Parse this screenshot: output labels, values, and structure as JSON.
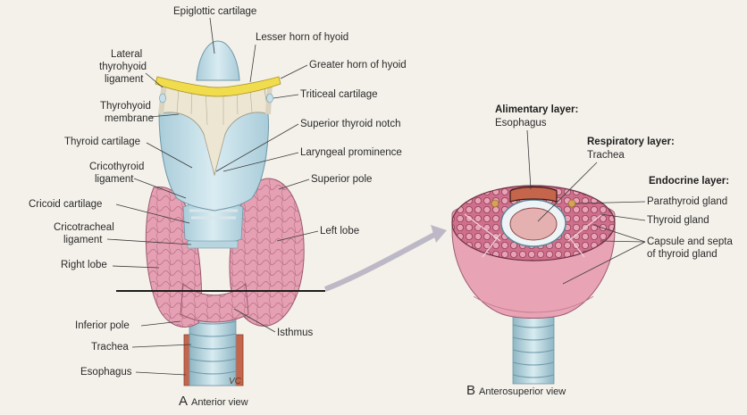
{
  "panel_a": {
    "caption_letter": "A",
    "caption_text": "Anterior view",
    "labels": {
      "epiglottic_cartilage": "Epiglottic cartilage",
      "lesser_horn": "Lesser horn of hyoid",
      "lateral_line1": "Lateral",
      "lateral_line2": "thyrohyoid",
      "lateral_line3": "ligament",
      "greater_horn": "Greater horn of hyoid",
      "thyrohyoid_line1": "Thyrohyoid",
      "thyrohyoid_line2": "membrane",
      "triticeal": "Triticeal cartilage",
      "superior_notch": "Superior thyroid notch",
      "thyroid_cartilage": "Thyroid cartilage",
      "laryngeal_prominence": "Laryngeal prominence",
      "cricothyroid_line1": "Cricothyroid",
      "cricothyroid_line2": "ligament",
      "superior_pole": "Superior pole",
      "cricoid_cartilage": "Cricoid cartilage",
      "cricotracheal_line1": "Cricotracheal",
      "cricotracheal_line2": "ligament",
      "left_lobe": "Left lobe",
      "right_lobe": "Right lobe",
      "inferior_pole": "Inferior pole",
      "isthmus": "Isthmus",
      "trachea": "Trachea",
      "esophagus": "Esophagus",
      "signature": "VC"
    }
  },
  "panel_b": {
    "caption_letter": "B",
    "caption_text": "Anterosuperior view",
    "labels": {
      "alimentary_header": "Alimentary layer:",
      "alimentary_item": "Esophagus",
      "respiratory_header": "Respiratory layer:",
      "respiratory_item": "Trachea",
      "endocrine_header": "Endocrine layer:",
      "parathyroid": "Parathyroid gland",
      "thyroid_gland": "Thyroid gland",
      "capsule_line1": "Capsule and septa",
      "capsule_line2": "of thyroid gland"
    }
  },
  "colors": {
    "cartilage": "#c9e0ea",
    "hyoid": "#f2e15a",
    "gland": "#e59aae",
    "muscle": "#c96b4f",
    "background": "#f4f1ea"
  }
}
